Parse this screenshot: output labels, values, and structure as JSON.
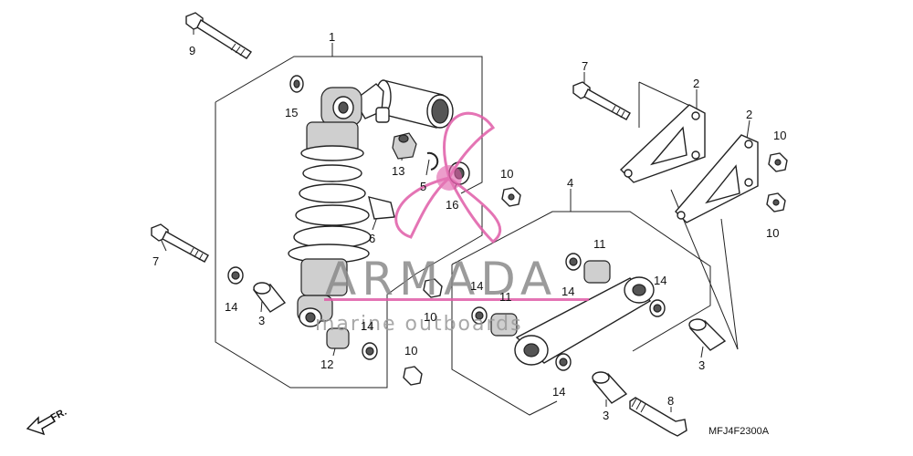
{
  "diagram": {
    "code": "MFJ4F2300A",
    "direction_label": "FR.",
    "watermark": {
      "brand": "ARMADA",
      "tagline": "marine outboards",
      "color": "#e05ca8"
    },
    "callouts": [
      {
        "id": "c1",
        "text": "1"
      },
      {
        "id": "c2a",
        "text": "2"
      },
      {
        "id": "c2b",
        "text": "2"
      },
      {
        "id": "c3a",
        "text": "3"
      },
      {
        "id": "c3b",
        "text": "3"
      },
      {
        "id": "c3c",
        "text": "3"
      },
      {
        "id": "c4",
        "text": "4"
      },
      {
        "id": "c5",
        "text": "5"
      },
      {
        "id": "c6",
        "text": "6"
      },
      {
        "id": "c7a",
        "text": "7"
      },
      {
        "id": "c7b",
        "text": "7"
      },
      {
        "id": "c8",
        "text": "8"
      },
      {
        "id": "c9",
        "text": "9"
      },
      {
        "id": "c10a",
        "text": "10"
      },
      {
        "id": "c10b",
        "text": "10"
      },
      {
        "id": "c10c",
        "text": "10"
      },
      {
        "id": "c10d",
        "text": "10"
      },
      {
        "id": "c10e",
        "text": "10"
      },
      {
        "id": "c11a",
        "text": "11"
      },
      {
        "id": "c11b",
        "text": "11"
      },
      {
        "id": "c12",
        "text": "12"
      },
      {
        "id": "c13",
        "text": "13"
      },
      {
        "id": "c14a",
        "text": "14"
      },
      {
        "id": "c14b",
        "text": "14"
      },
      {
        "id": "c14c",
        "text": "14"
      },
      {
        "id": "c14d",
        "text": "14"
      },
      {
        "id": "c14e",
        "text": "14"
      },
      {
        "id": "c14f",
        "text": "14"
      },
      {
        "id": "c15",
        "text": "15"
      },
      {
        "id": "c16",
        "text": "16"
      }
    ]
  }
}
